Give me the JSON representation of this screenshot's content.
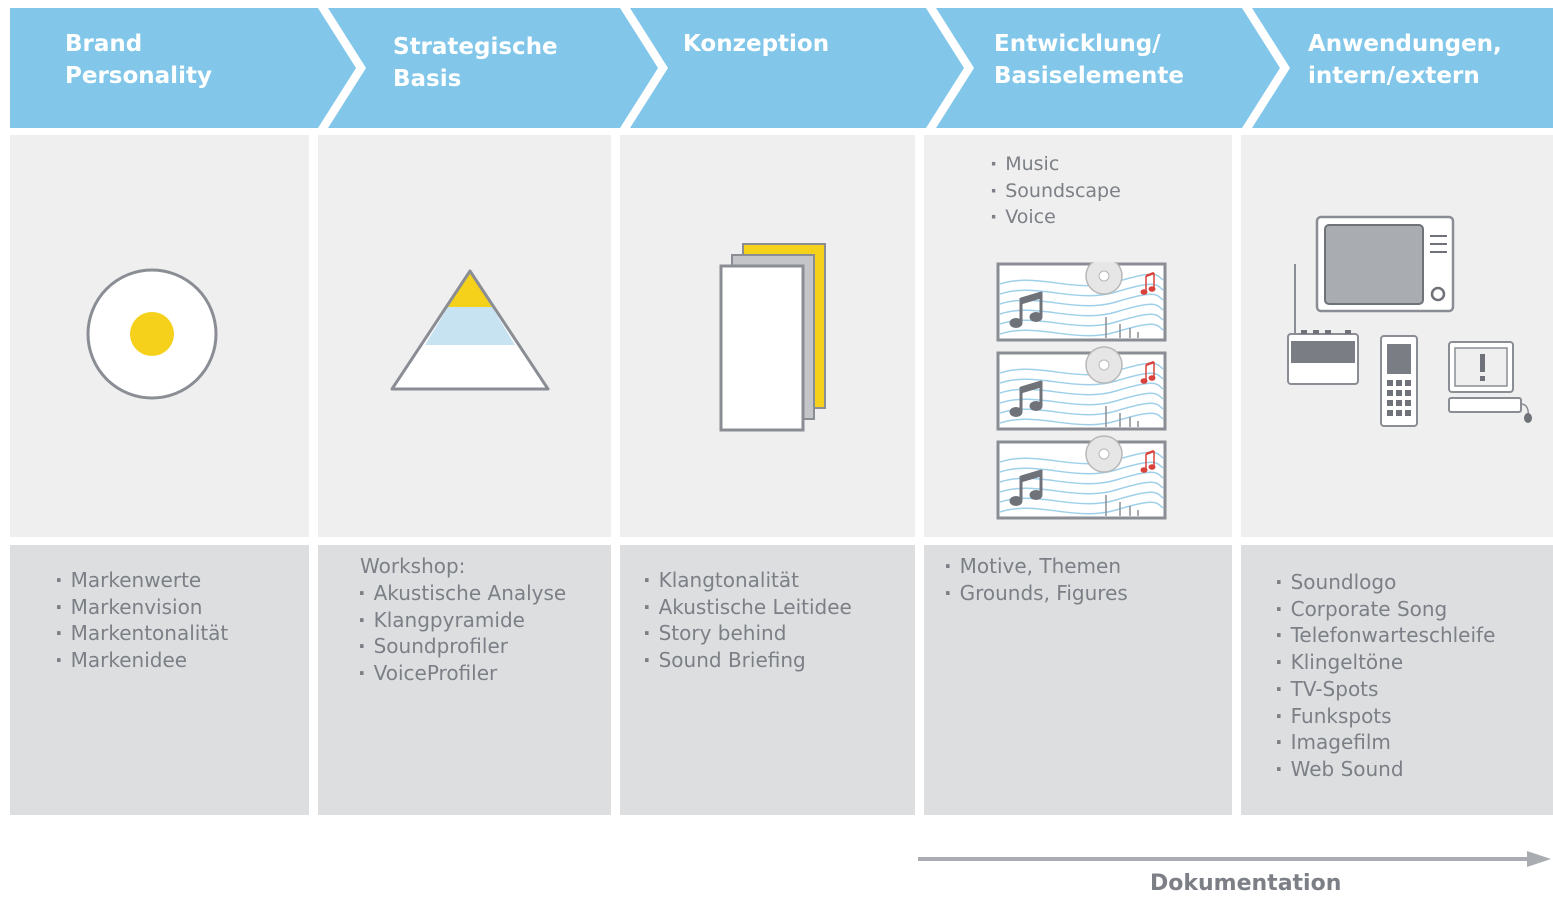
{
  "stages": [
    {
      "title": "Brand\nPersonality",
      "items": [
        "Markenwerte",
        "Markenvision",
        "Markentonalität",
        "Markenidee"
      ]
    },
    {
      "title": "Strategische\nBasis",
      "heading": "Workshop:",
      "items": [
        "Akustische Analyse",
        "Klangpyramide",
        "Soundprofiler",
        "VoiceProfiler"
      ]
    },
    {
      "title": "Konzeption",
      "items": [
        "Klangtonalität",
        "Akustische Leitidee",
        "Story behind",
        "Sound Briefing"
      ]
    },
    {
      "title": "Entwicklung/\nBasiselemente",
      "top_items": [
        "Music",
        "Soundscape",
        "Voice"
      ],
      "items": [
        "Motive, Themen",
        "Grounds, Figures"
      ]
    },
    {
      "title": "Anwendungen,\nintern/extern",
      "items": [
        "Soundlogo",
        "Corporate Song",
        "Telefonwarteschleife",
        "Klingeltöne",
        "TV-Spots",
        "Funkspots",
        "Imagefilm",
        "Web Sound"
      ]
    }
  ],
  "documentation_label": "Dokumentation",
  "colors": {
    "header_blue": "#82c7ea",
    "accent_yellow": "#f5d11c",
    "light_blue": "#c7e3f2",
    "gray_text": "#7c8086",
    "outline": "#8a8e94",
    "note_red": "#d9413a"
  },
  "icons": [
    "target-circle-icon",
    "pyramid-icon",
    "document-stack-icon",
    "sound-card-icon",
    "devices-icon"
  ]
}
